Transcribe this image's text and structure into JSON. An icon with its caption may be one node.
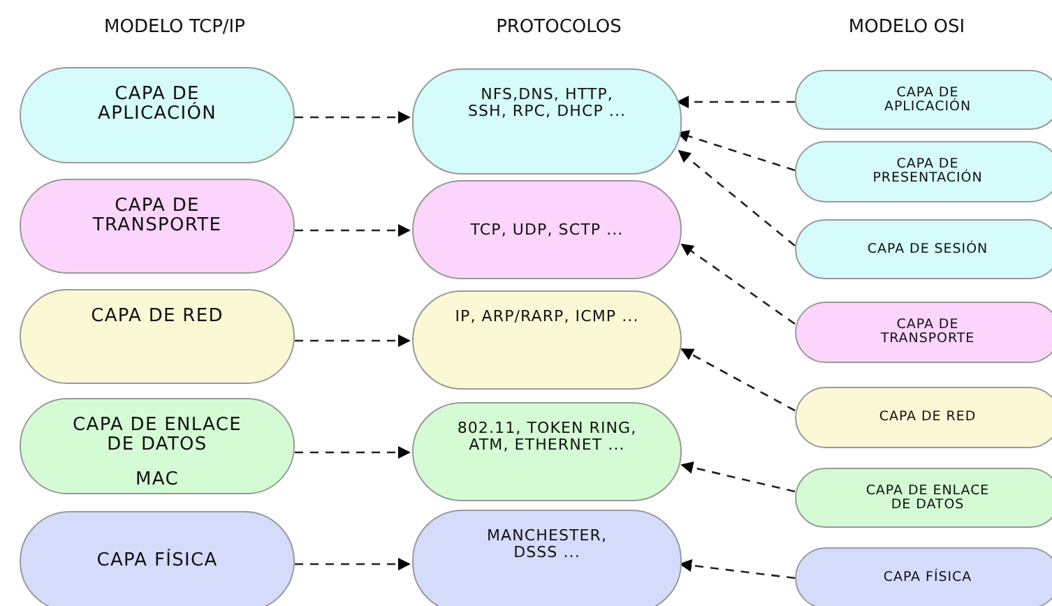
{
  "diagram": {
    "nodes": [
      {
        "text": [
          "CAPA DE APLICACIÓN"
        ]
      },
      {
        "text": [
          "CAPA DE TRANSPORTE"
        ]
      },
      {
        "text": [
          "CAPA DE RED"
        ]
      },
      {
        "text": [
          "CAPA DE ENLACE DE DATOS",
          "MAC"
        ]
      },
      {
        "text": [
          "CAPA FÍSICA"
        ]
      },
      {
        "text": [
          "NFS,DNS, HTTP, SSH, RPC, DHCP ..."
        ]
      },
      {
        "text": [
          "TCP, UDP, SCTP ..."
        ]
      },
      {
        "text": [
          "IP, ARP/RARP, ICMP ..."
        ]
      },
      {
        "text": [
          "802.11, TOKEN RING, ATM, ETHERNET ..."
        ]
      },
      {
        "text": [
          "MANCHESTER, DSSS ..."
        ]
      },
      {
        "text": [
          "CAPA DE APLICACIÓN"
        ]
      },
      {
        "text": [
          "CAPA DE PRESENTACIÓN"
        ]
      },
      {
        "text": [
          "CAPA DE SESIÓN"
        ]
      },
      {
        "text": [
          "CAPA DE TRANSPORTE"
        ]
      },
      {
        "text": [
          "CAPA DE RED"
        ]
      },
      {
        "text": [
          "CAPA DE ENLACE DE DATOS"
        ]
      },
      {
        "text": [
          "CAPA FÍSICA"
        ]
      }
    ],
    "edges": [
      {
        "from": 0,
        "to": 5,
        "arrow": "to",
        "style": "dashed"
      },
      {
        "from": 1,
        "to": 6,
        "arrow": "to",
        "style": "dashed"
      },
      {
        "from": 2,
        "to": 7,
        "arrow": "to",
        "style": "dashed"
      },
      {
        "from": 3,
        "to": 8,
        "arrow": "to",
        "style": "dashed"
      },
      {
        "from": 4,
        "to": 9,
        "arrow": "to",
        "style": "dashed"
      },
      {
        "from": 10,
        "to": 5,
        "arrow": "to",
        "style": "dashed"
      },
      {
        "from": 11,
        "to": 5,
        "arrow": "to",
        "style": "dashed"
      },
      {
        "from": 12,
        "to": 5,
        "arrow": "to",
        "style": "dashed"
      },
      {
        "from": 13,
        "to": 6,
        "arrow": "to",
        "style": "dashed"
      },
      {
        "from": 14,
        "to": 7,
        "arrow": "to",
        "style": "dashed"
      },
      {
        "from": 15,
        "to": 8,
        "arrow": "to",
        "style": "dashed"
      },
      {
        "from": 16,
        "to": 9,
        "arrow": "to",
        "style": "dashed"
      }
    ],
    "labels": [
      "MODELO TCP/IP",
      "PROTOCOLOS",
      "MODELO OSI"
    ]
  }
}
